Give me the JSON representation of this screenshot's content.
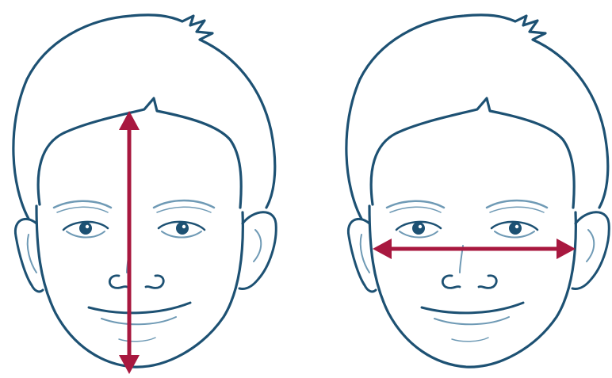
{
  "colors": {
    "background": "#ffffff",
    "line": "#1d5173",
    "line_light": "#6f9ab5",
    "arrow": "#a8183f"
  },
  "figures": [
    {
      "measurement": "face-length",
      "arrow_orientation": "vertical"
    },
    {
      "measurement": "face-width",
      "arrow_orientation": "horizontal"
    }
  ]
}
